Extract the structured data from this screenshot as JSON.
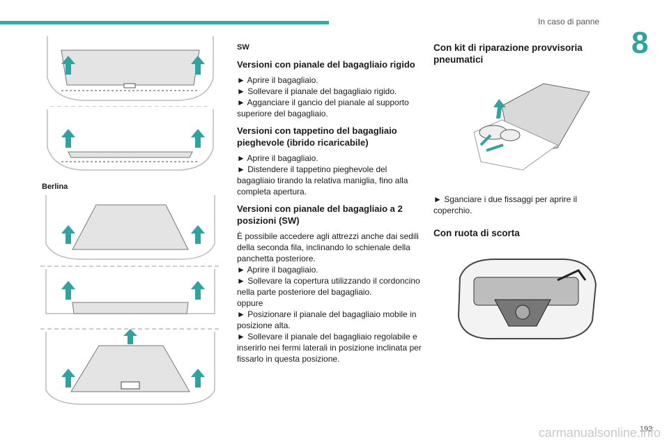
{
  "header": {
    "section": "In caso di panne",
    "chapter": "8"
  },
  "left": {
    "caption": "Berlina"
  },
  "middle": {
    "tag": "SW",
    "h1": "Versioni con pianale del bagagliaio rigido",
    "p1a": "► Aprire il bagagliaio.",
    "p1b": "► Sollevare il pianale del bagagliaio rigido.",
    "p1c": "► Agganciare il gancio del pianale al supporto superiore del bagagliaio.",
    "h2": "Versioni con tappetino del bagagliaio pieghevole (ibrido ricaricabile)",
    "p2a": "► Aprire il bagagliaio.",
    "p2b": "► Distendere il tappetino pieghevole del bagagliaio tirando la relativa maniglia, fino alla completa apertura.",
    "h3": "Versioni con pianale del bagagliaio a 2 posizioni (SW)",
    "p3": "È possibile accedere agli attrezzi anche dai sedili della seconda fila, inclinando lo schienale della panchetta posteriore.",
    "p3a": "► Aprire il bagagliaio.",
    "p3b": "► Sollevare la copertura utilizzando il cordoncino nella parte posteriore del bagagliaio.",
    "p3c": "oppure",
    "p3d": "► Posizionare il pianale del bagagliaio mobile in posizione alta.",
    "p3e": "► Sollevare il pianale del bagagliaio regolabile e inserirlo nei fermi laterali in posizione inclinata per fissarlo in questa posizione."
  },
  "right": {
    "h1": "Con kit di riparazione provvisoria pneumatici",
    "p1": "► Sganciare i due fissaggi per aprire il coperchio.",
    "h2": "Con ruota di scorta"
  },
  "footer": {
    "page": "193",
    "watermark": "carmanualsonline.info"
  },
  "colors": {
    "accent": "#2ea3a1"
  }
}
